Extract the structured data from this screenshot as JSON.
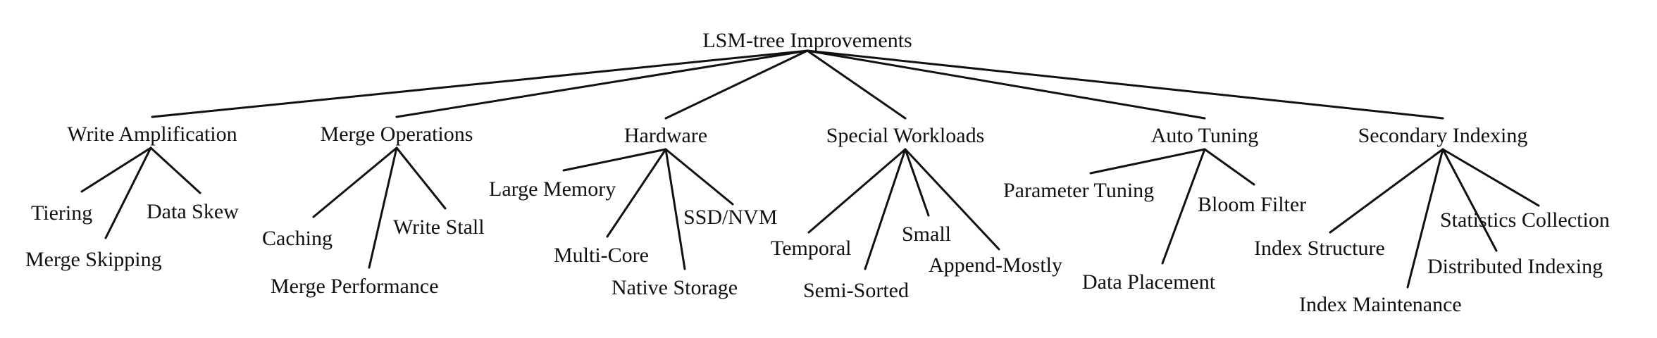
{
  "root": {
    "label": "LSM-tree Improvements"
  },
  "categories": [
    {
      "label": "Write Amplification",
      "children": [
        "Tiering",
        "Merge Skipping",
        "Data Skew"
      ]
    },
    {
      "label": "Merge Operations",
      "children": [
        "Caching",
        "Merge Performance",
        "Write Stall"
      ]
    },
    {
      "label": "Hardware",
      "children": [
        "Large Memory",
        "Multi-Core",
        "Native Storage",
        "SSD/NVM"
      ]
    },
    {
      "label": "Special Workloads",
      "children": [
        "Temporal",
        "Semi-Sorted",
        "Small",
        "Append-Mostly"
      ]
    },
    {
      "label": "Auto Tuning",
      "children": [
        "Parameter Tuning",
        "Data Placement",
        "Bloom Filter"
      ]
    },
    {
      "label": "Secondary Indexing",
      "children": [
        "Index Structure",
        "Index Maintenance",
        "Statistics Collection",
        "Distributed Indexing"
      ]
    }
  ]
}
